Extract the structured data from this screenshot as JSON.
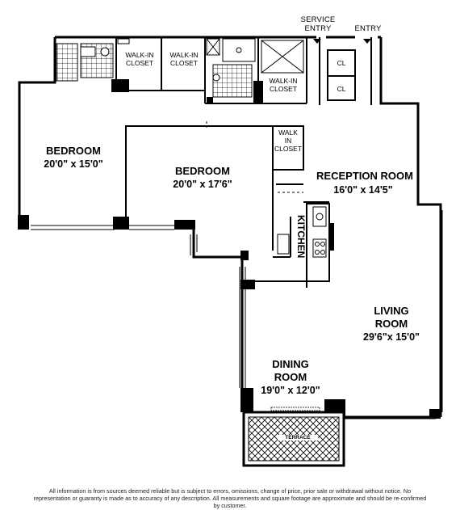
{
  "entries": {
    "service": "SERVICE\nENTRY",
    "main": "ENTRY"
  },
  "rooms": {
    "bedroom_left": {
      "name": "BEDROOM",
      "dim": "20'0\" x 15'0\""
    },
    "bedroom_center": {
      "name": "BEDROOM",
      "dim": "20'0\" x 17'6\""
    },
    "reception": {
      "name": "RECEPTION ROOM",
      "dim": "16'0\" x 14'5\""
    },
    "kitchen": {
      "name": "KITCHEN"
    },
    "living": {
      "name1": "LIVING",
      "name2": "ROOM",
      "dim": "29'6\"x 15'0\""
    },
    "dining": {
      "name1": "DINING",
      "name2": "ROOM",
      "dim": "19'0\" x 12'0\""
    },
    "terrace": {
      "name": "TERRACE"
    }
  },
  "closets": {
    "walkin_1": "WALK-IN\nCLOSET",
    "walkin_2": "WALK-IN\nCLOSET",
    "walkin_3": "WALK-IN\nCLOSET",
    "walkin_4": "WALK\nIN\nCLOSET",
    "cl_1": "CL",
    "cl_2": "CL"
  },
  "disclaimer": "All information is from sources deemed reliable but is subject to errors, omissions, change of price, prior sale or withdrawal without notice. No representation or guaranty is made as to accuracy of any description. All measurements and square footage are approximate and should be re-confirmed by customer."
}
